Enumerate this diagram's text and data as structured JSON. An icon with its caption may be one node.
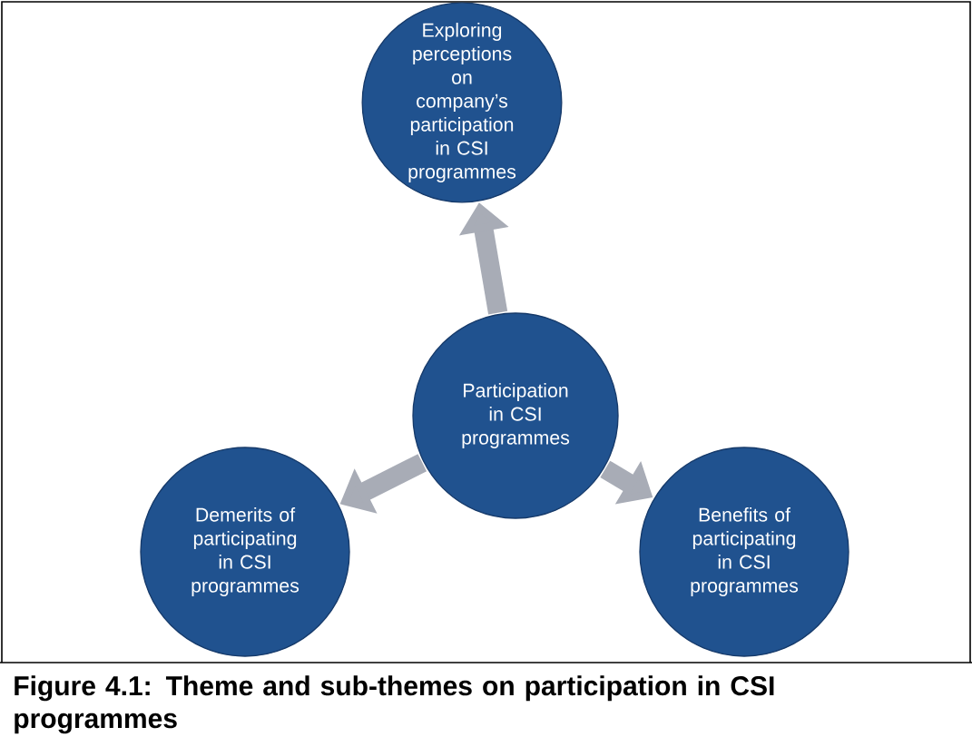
{
  "diagram": {
    "caption": "Figure 4.1: Theme and sub-themes on participation in CSI programmes",
    "nodes": [
      {
        "text": [
          "Exploring perceptions on company’s participation in CSI programmes"
        ]
      },
      {
        "text": [
          "Participation in CSI programmes"
        ]
      },
      {
        "text": [
          "Demerits of participating in CSI programmes"
        ]
      },
      {
        "text": [
          "Benefits of participating in CSI programmes"
        ]
      }
    ],
    "edges": [
      {
        "from": 1,
        "to": 0,
        "arrow": "to"
      },
      {
        "from": 1,
        "to": 2,
        "arrow": "to"
      },
      {
        "from": 1,
        "to": 3,
        "arrow": "to"
      }
    ]
  }
}
